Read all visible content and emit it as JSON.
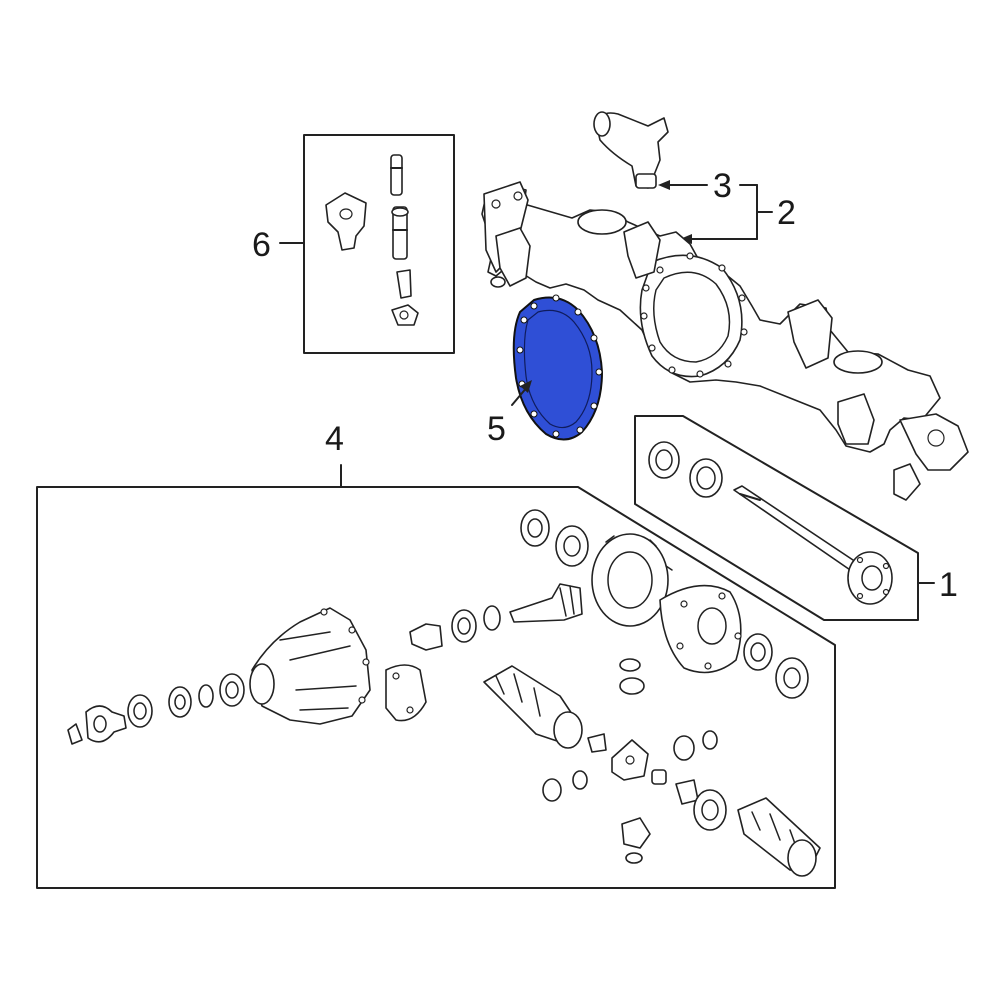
{
  "callouts": {
    "c1": "1",
    "c2": "2",
    "c3": "3",
    "c4": "4",
    "c5": "5",
    "c6": "6"
  },
  "colors": {
    "highlight": "#2f4fd6",
    "line": "#222222",
    "background": "#ffffff"
  }
}
